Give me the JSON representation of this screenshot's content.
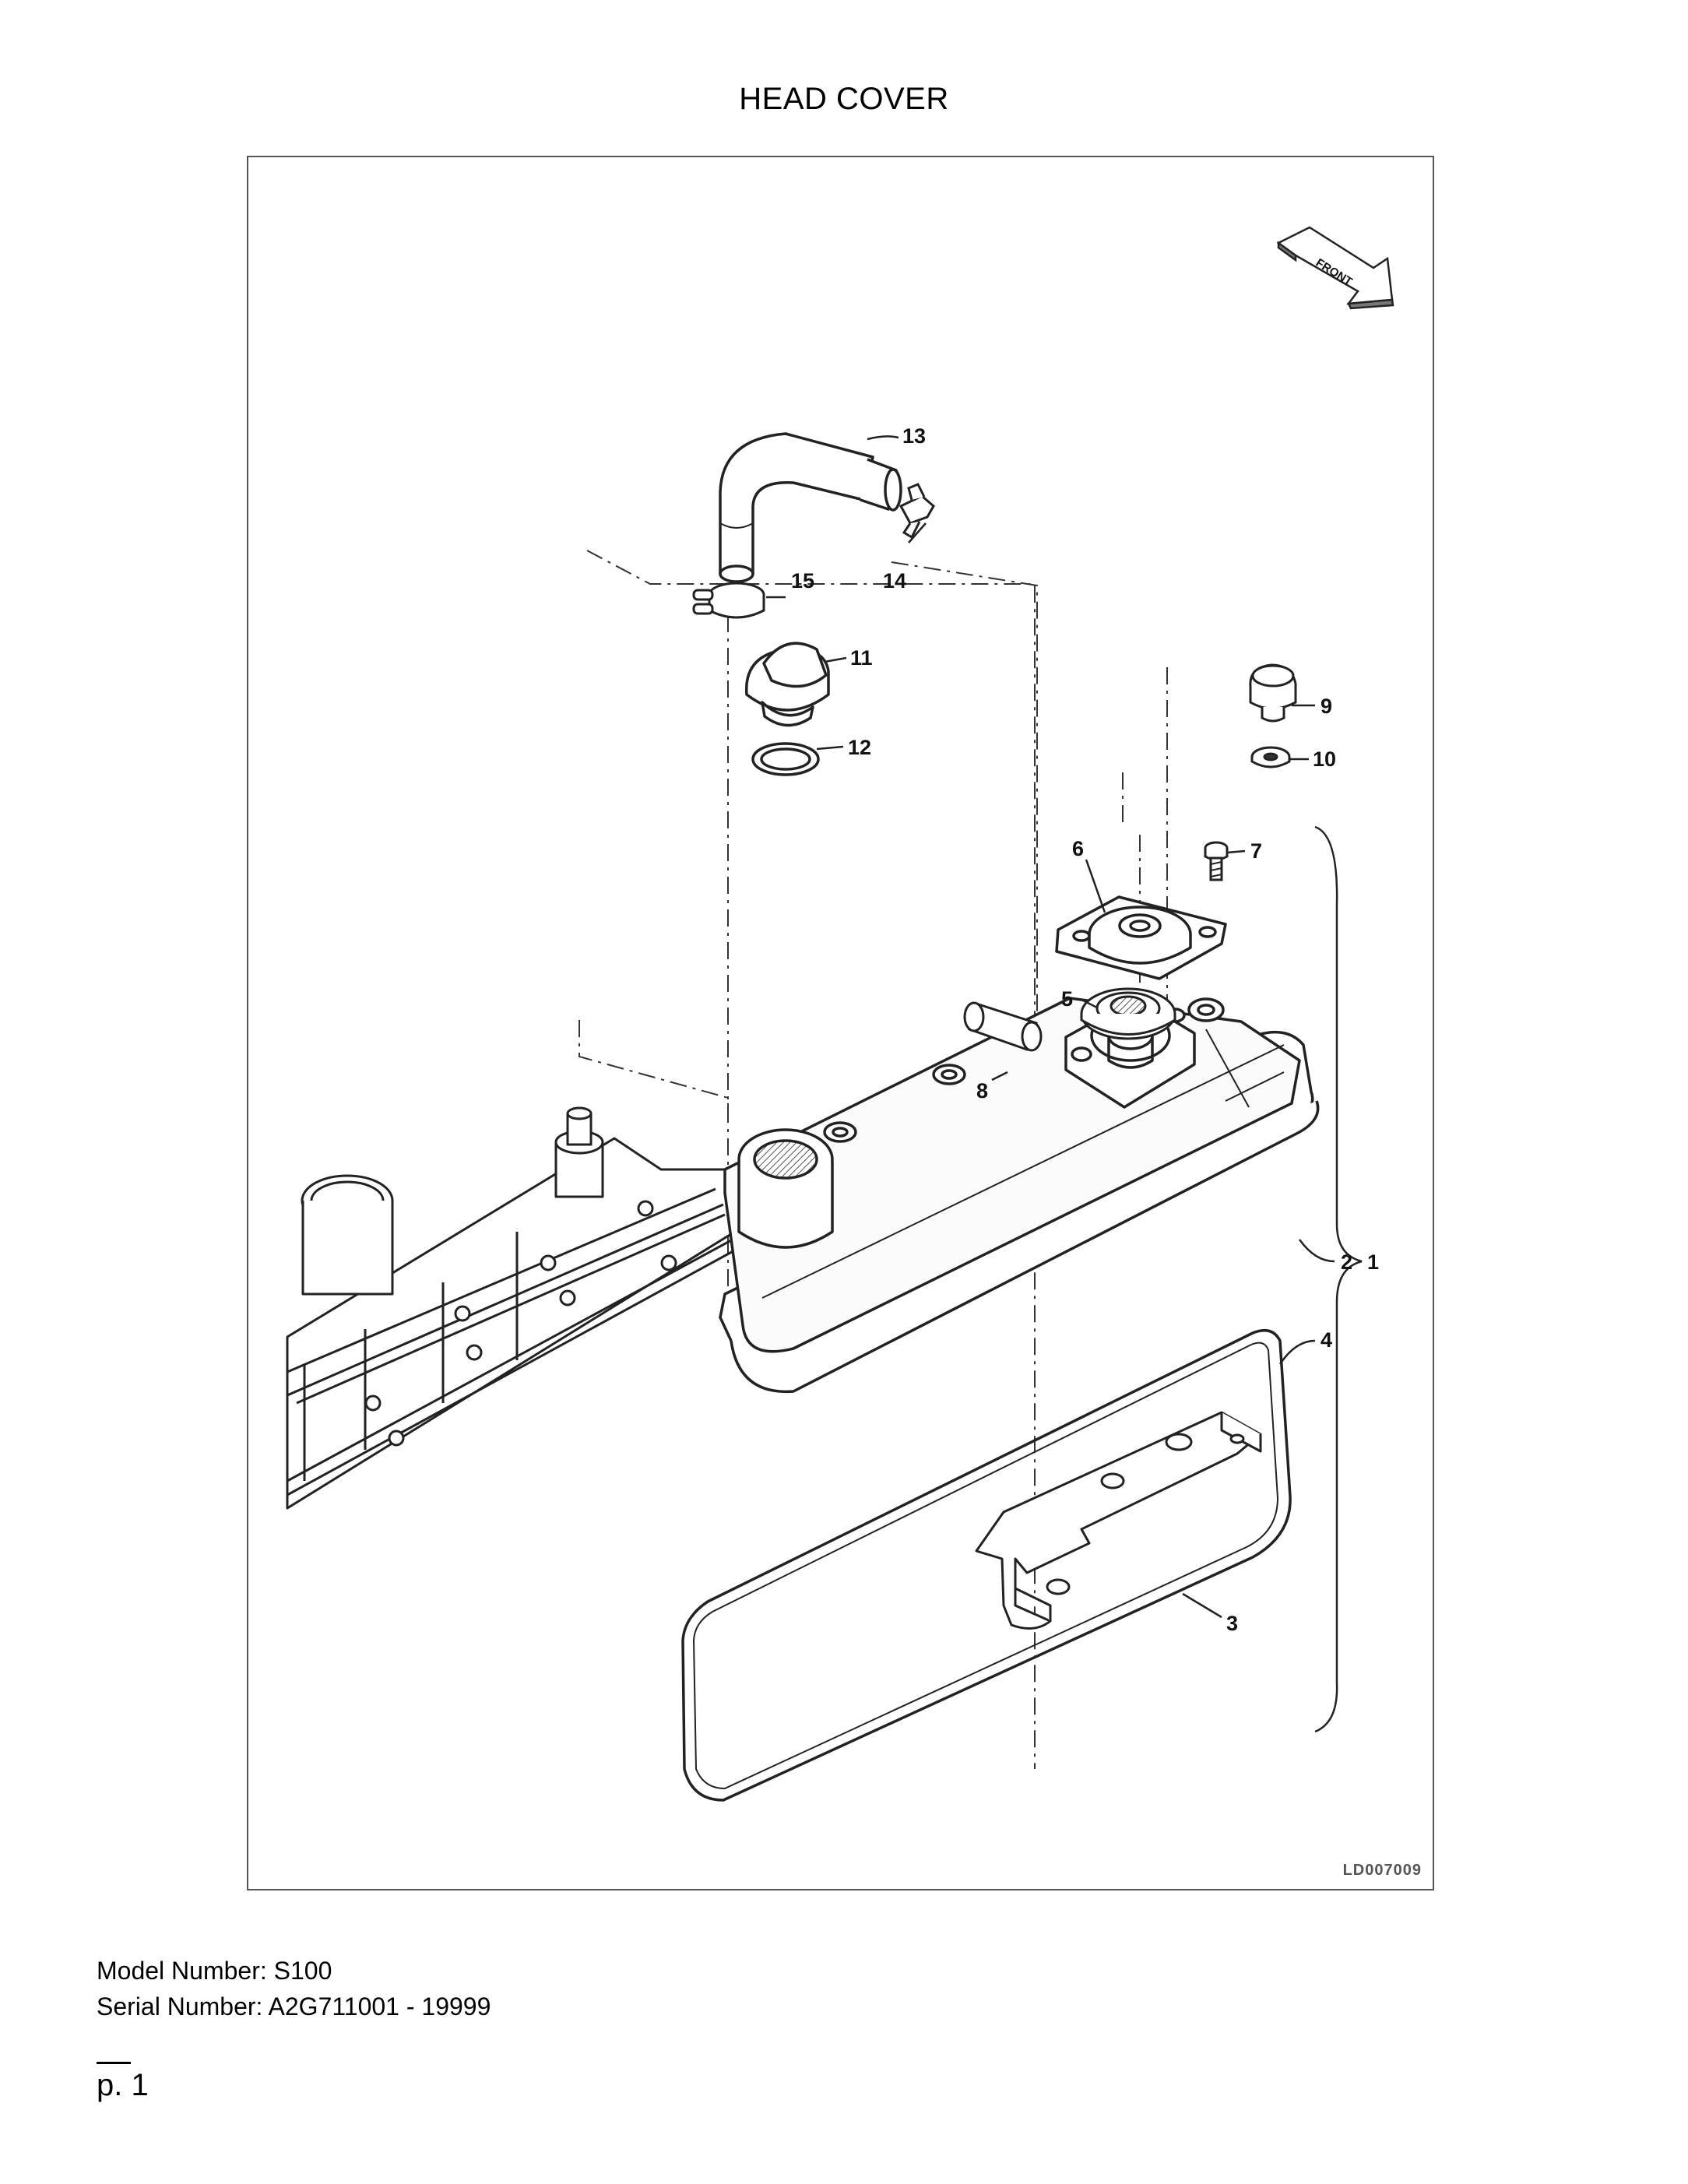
{
  "page": {
    "title": "HEAD COVER",
    "drawing_code": "LD007009",
    "front_arrow_label": "FRONT",
    "model_line": "Model Number: S100",
    "serial_line": "Serial Number: A2G711001 - 19999",
    "page_number": "p. 1"
  },
  "callouts": [
    "1",
    "2",
    "3",
    "4",
    "5",
    "6",
    "7",
    "8",
    "9",
    "10",
    "11",
    "12",
    "13",
    "14",
    "15"
  ]
}
